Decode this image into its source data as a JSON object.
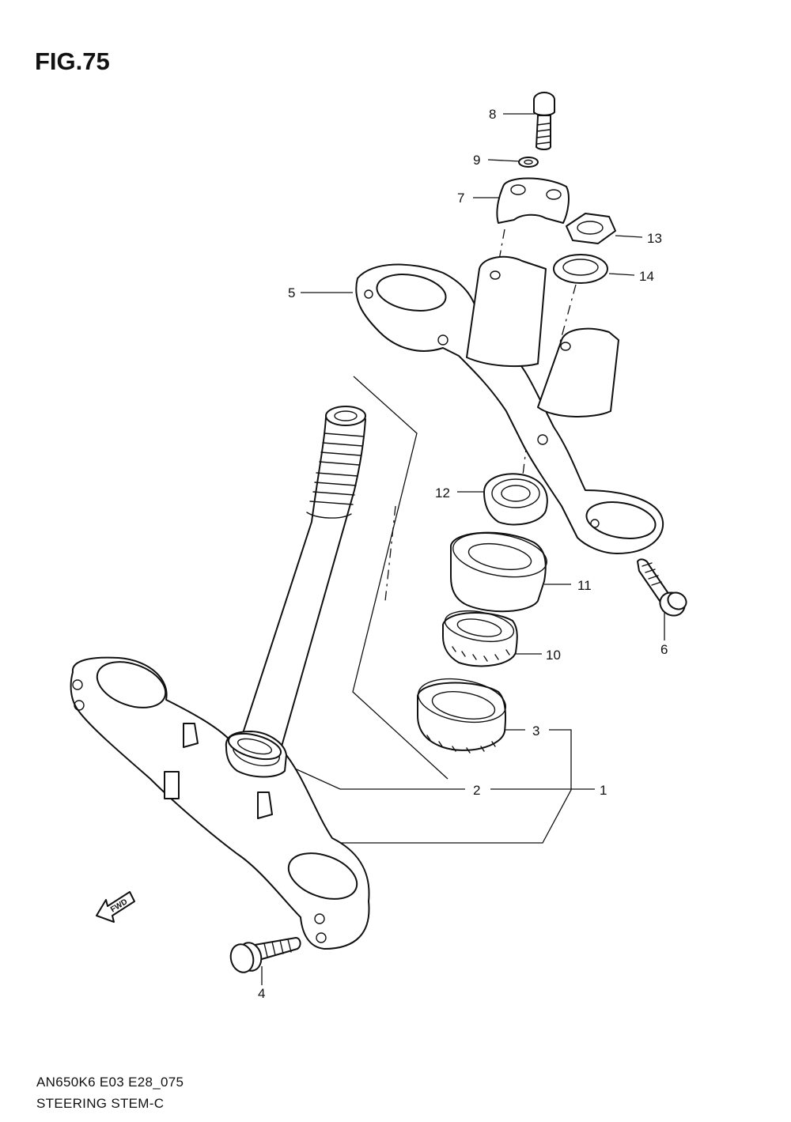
{
  "figure": {
    "title": "FIG.75",
    "model_code": "AN650K6 E03 E28_075",
    "name": "STEERING STEM-C"
  },
  "fwd_label": "FWD",
  "callouts": [
    {
      "id": "c1",
      "label": "1"
    },
    {
      "id": "c2",
      "label": "2"
    },
    {
      "id": "c3",
      "label": "3"
    },
    {
      "id": "c4",
      "label": "4"
    },
    {
      "id": "c5",
      "label": "5"
    },
    {
      "id": "c6",
      "label": "6"
    },
    {
      "id": "c7",
      "label": "7"
    },
    {
      "id": "c8",
      "label": "8"
    },
    {
      "id": "c9",
      "label": "9"
    },
    {
      "id": "c10",
      "label": "10"
    },
    {
      "id": "c11",
      "label": "11"
    },
    {
      "id": "c12",
      "label": "12"
    },
    {
      "id": "c13",
      "label": "13"
    },
    {
      "id": "c14",
      "label": "14"
    }
  ]
}
